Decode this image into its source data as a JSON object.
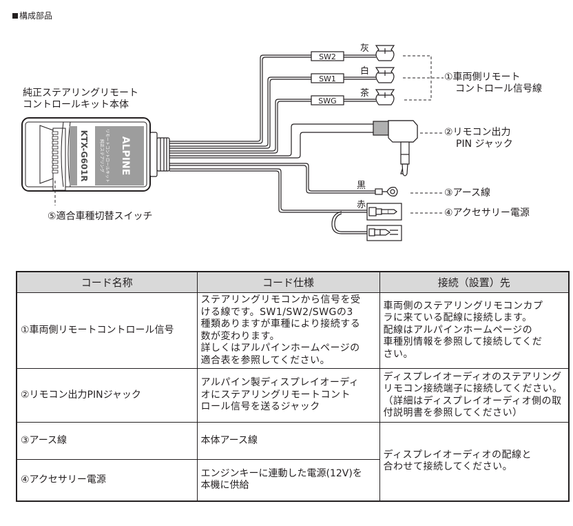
{
  "section": {
    "title": "構成部品",
    "bullet_icon": "black-square"
  },
  "diagram": {
    "kit_label_lines": [
      "純正ステアリングリモート",
      "コントロールキット本体"
    ],
    "device": {
      "model": "KTX-G601R",
      "brand": "ALPINE",
      "product_text": [
        "純正ステアリング",
        "リモートコントロールキット"
      ]
    },
    "wires": [
      {
        "tag": "SW2",
        "color_label": "灰"
      },
      {
        "tag": "SW1",
        "color_label": "白"
      },
      {
        "tag": "SWG",
        "color_label": "茶"
      }
    ],
    "ground_color_label": "黒",
    "acc_color_label": "赤",
    "callouts": {
      "c1": [
        "①車両側リモート",
        "コントロール信号線"
      ],
      "c2": [
        "②リモコン出力",
        "PIN ジャック"
      ],
      "c3": "③アース線",
      "c4": "④アクセサリー電源",
      "c5": "⑤適合車種切替スイッチ"
    }
  },
  "table": {
    "headers": [
      "コード名称",
      "コード仕様",
      "接続（設置）先"
    ],
    "rows": [
      {
        "name": "①車両側リモートコントロール信号",
        "spec": [
          "ステアリングリモコンから信号を受",
          "ける線です。SW1/SW2/SWGの3",
          "種類ありますが車種により接続する",
          "数が変わります。",
          "詳しくはアルパインホームページの",
          "適合表を参照してください。"
        ],
        "dest": [
          "車両側のステアリングリモコンカプ",
          "ラに来ている配線に接続します。",
          "配線はアルパインホームページの",
          "車種別情報を参照して接続してくだ",
          "さい。"
        ]
      },
      {
        "name": "②リモコン出力PINジャック",
        "spec": [
          "アルパイン製ディスプレイオーディ",
          "オにステアリングリモートコント",
          "ロール信号を送るジャック"
        ],
        "dest": [
          "ディスプレイオーディオのステアリング",
          "リモコン接続端子に接続してください。",
          "（詳細はディスプレイオーディオ側の取",
          "付説明書を参照してください）"
        ]
      },
      {
        "name": "③アース線",
        "spec": [
          "本体アース線"
        ],
        "dest": [
          "ディスプレイオーディオの配線と",
          "合わせて接続してください。"
        ]
      },
      {
        "name": "④アクセサリー電源",
        "spec": [
          "エンジンキーに連動した電源(12V)を",
          "本機に供給"
        ]
      }
    ]
  }
}
